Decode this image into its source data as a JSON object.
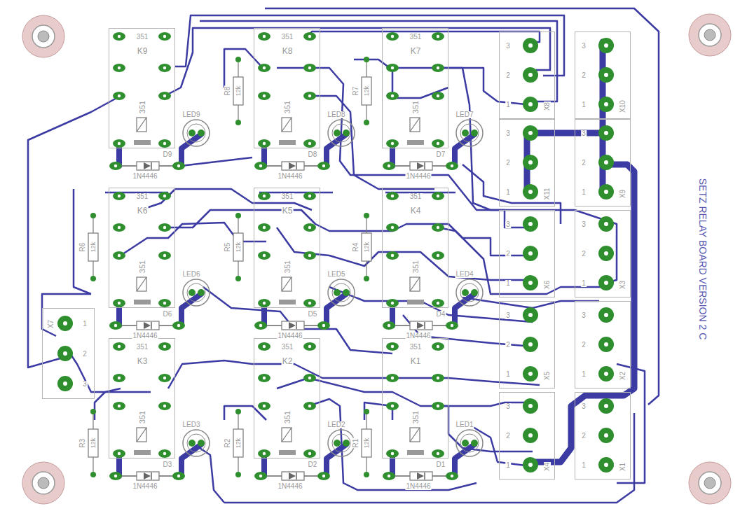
{
  "diagram": {
    "nodes": [
      {
        "text": [
          "351",
          "K9",
          "351"
        ]
      },
      {
        "text": [
          "351",
          "K8",
          "351"
        ]
      },
      {
        "text": [
          "351",
          "K7",
          "351"
        ]
      },
      {
        "text": [
          "351",
          "K6",
          "351"
        ]
      },
      {
        "text": [
          "351",
          "K5",
          "351"
        ]
      },
      {
        "text": [
          "351",
          "K4",
          "351"
        ]
      },
      {
        "text": [
          "351",
          "K3",
          "351"
        ]
      },
      {
        "text": [
          "351",
          "K2",
          "351"
        ]
      },
      {
        "text": [
          "351",
          "K1",
          "351"
        ]
      },
      {
        "text": [
          "1",
          "2",
          "3",
          "X7"
        ]
      },
      {
        "text": [
          "3",
          "2",
          "1",
          "X8"
        ]
      },
      {
        "text": [
          "3",
          "2",
          "1",
          "X10"
        ]
      },
      {
        "text": [
          "3",
          "2",
          "1",
          "X11"
        ]
      },
      {
        "text": [
          "3",
          "2",
          "1",
          "X9"
        ]
      },
      {
        "text": [
          "3",
          "2",
          "1",
          "X6"
        ]
      },
      {
        "text": [
          "3",
          "2",
          "1",
          "X3"
        ]
      },
      {
        "text": [
          "3",
          "2",
          "1",
          "X5"
        ]
      },
      {
        "text": [
          "3",
          "2",
          "1",
          "X2"
        ]
      },
      {
        "text": [
          "3",
          "2",
          "1",
          "X4"
        ]
      },
      {
        "text": [
          "3",
          "2",
          "1",
          "X1"
        ]
      }
    ],
    "labels": [
      "SETZ RELAY BOARD VERSION 2 C",
      "LED9",
      "D9",
      "1N4446",
      "LED8",
      "D8",
      "1N4446",
      "LED7",
      "D7",
      "1N4446",
      "LED6",
      "D6",
      "1N4446",
      "LED5",
      "D5",
      "1N4446",
      "LED4",
      "D4",
      "1N4446",
      "LED3",
      "D3",
      "1N4446",
      "LED2",
      "D2",
      "1N4446",
      "LED1",
      "D1",
      "1N4446",
      "R8",
      "12k",
      "R7",
      "12k",
      "R6",
      "12k",
      "R5",
      "12k",
      "R4",
      "12k",
      "R3",
      "12k",
      "R2",
      "12k",
      "R1",
      "12k"
    ]
  }
}
